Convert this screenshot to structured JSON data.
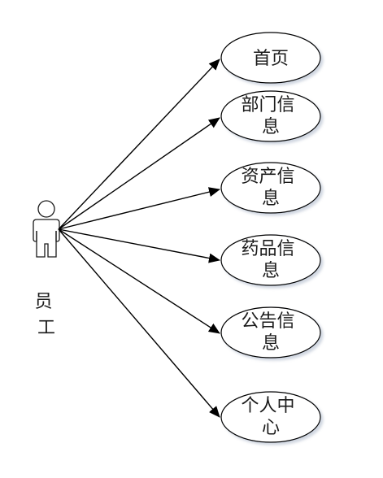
{
  "actor": {
    "name_lines": [
      "员",
      "工"
    ]
  },
  "use_cases": [
    {
      "id": "home",
      "lines": [
        "首页"
      ]
    },
    {
      "id": "dept",
      "lines": [
        "部门信",
        "息"
      ]
    },
    {
      "id": "asset",
      "lines": [
        "资产信",
        "息"
      ]
    },
    {
      "id": "drug",
      "lines": [
        "药品信",
        "息"
      ]
    },
    {
      "id": "notice",
      "lines": [
        "公告信",
        "息"
      ]
    },
    {
      "id": "profile",
      "lines": [
        "个人中",
        "心"
      ]
    }
  ]
}
